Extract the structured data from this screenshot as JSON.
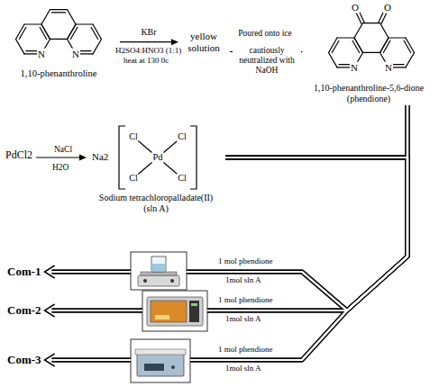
{
  "diagram": {
    "nodes": [
      {
        "text": [
          "1,10-phenanthroline"
        ]
      },
      {
        "text": [
          "yellow solution"
        ]
      },
      {
        "text": [
          "1,10-phenanthroline-5,6-dione (phendione)"
        ]
      },
      {
        "text": [
          "PdCl2"
        ]
      },
      {
        "text": [
          "Sodium tetrachloropalladate(II)",
          "(sln A)"
        ]
      },
      {
        "text": [
          "Com-1"
        ]
      },
      {
        "text": [
          "Com-2"
        ]
      },
      {
        "text": [
          "Com-3"
        ]
      }
    ],
    "edges": [
      {
        "from": 0,
        "to": 1,
        "label": "KBr",
        "arrow": "to"
      },
      {
        "from": 1,
        "to": 2,
        "label": "Poured onto ice",
        "arrow": "to"
      },
      {
        "from": 3,
        "to": 4,
        "label": "NaCl",
        "arrow": "to"
      },
      {
        "from": 2,
        "to": 5,
        "arrow": "to"
      },
      {
        "from": 2,
        "to": 6,
        "arrow": "to"
      },
      {
        "from": 2,
        "to": 7,
        "arrow": "to"
      },
      {
        "from": 4,
        "to": 5,
        "arrow": "to"
      },
      {
        "from": 4,
        "to": 6,
        "arrow": "to"
      },
      {
        "from": 4,
        "to": 7,
        "arrow": "to"
      }
    ],
    "labels": [
      "H2SO4:HNO3 (1:1)",
      "heat at 130 0c",
      "cautiously neutralized with NaOH",
      "H2O",
      "N",
      "N",
      "N",
      "N",
      "O",
      "O",
      "Na2",
      "Cl",
      "Cl",
      "Cl",
      "Cl",
      "Pd",
      "1 mol phendione",
      "1mol sln A",
      "1 mol phendione",
      "1mol sln A",
      "1 mol phendione",
      "1mol sln A"
    ]
  }
}
